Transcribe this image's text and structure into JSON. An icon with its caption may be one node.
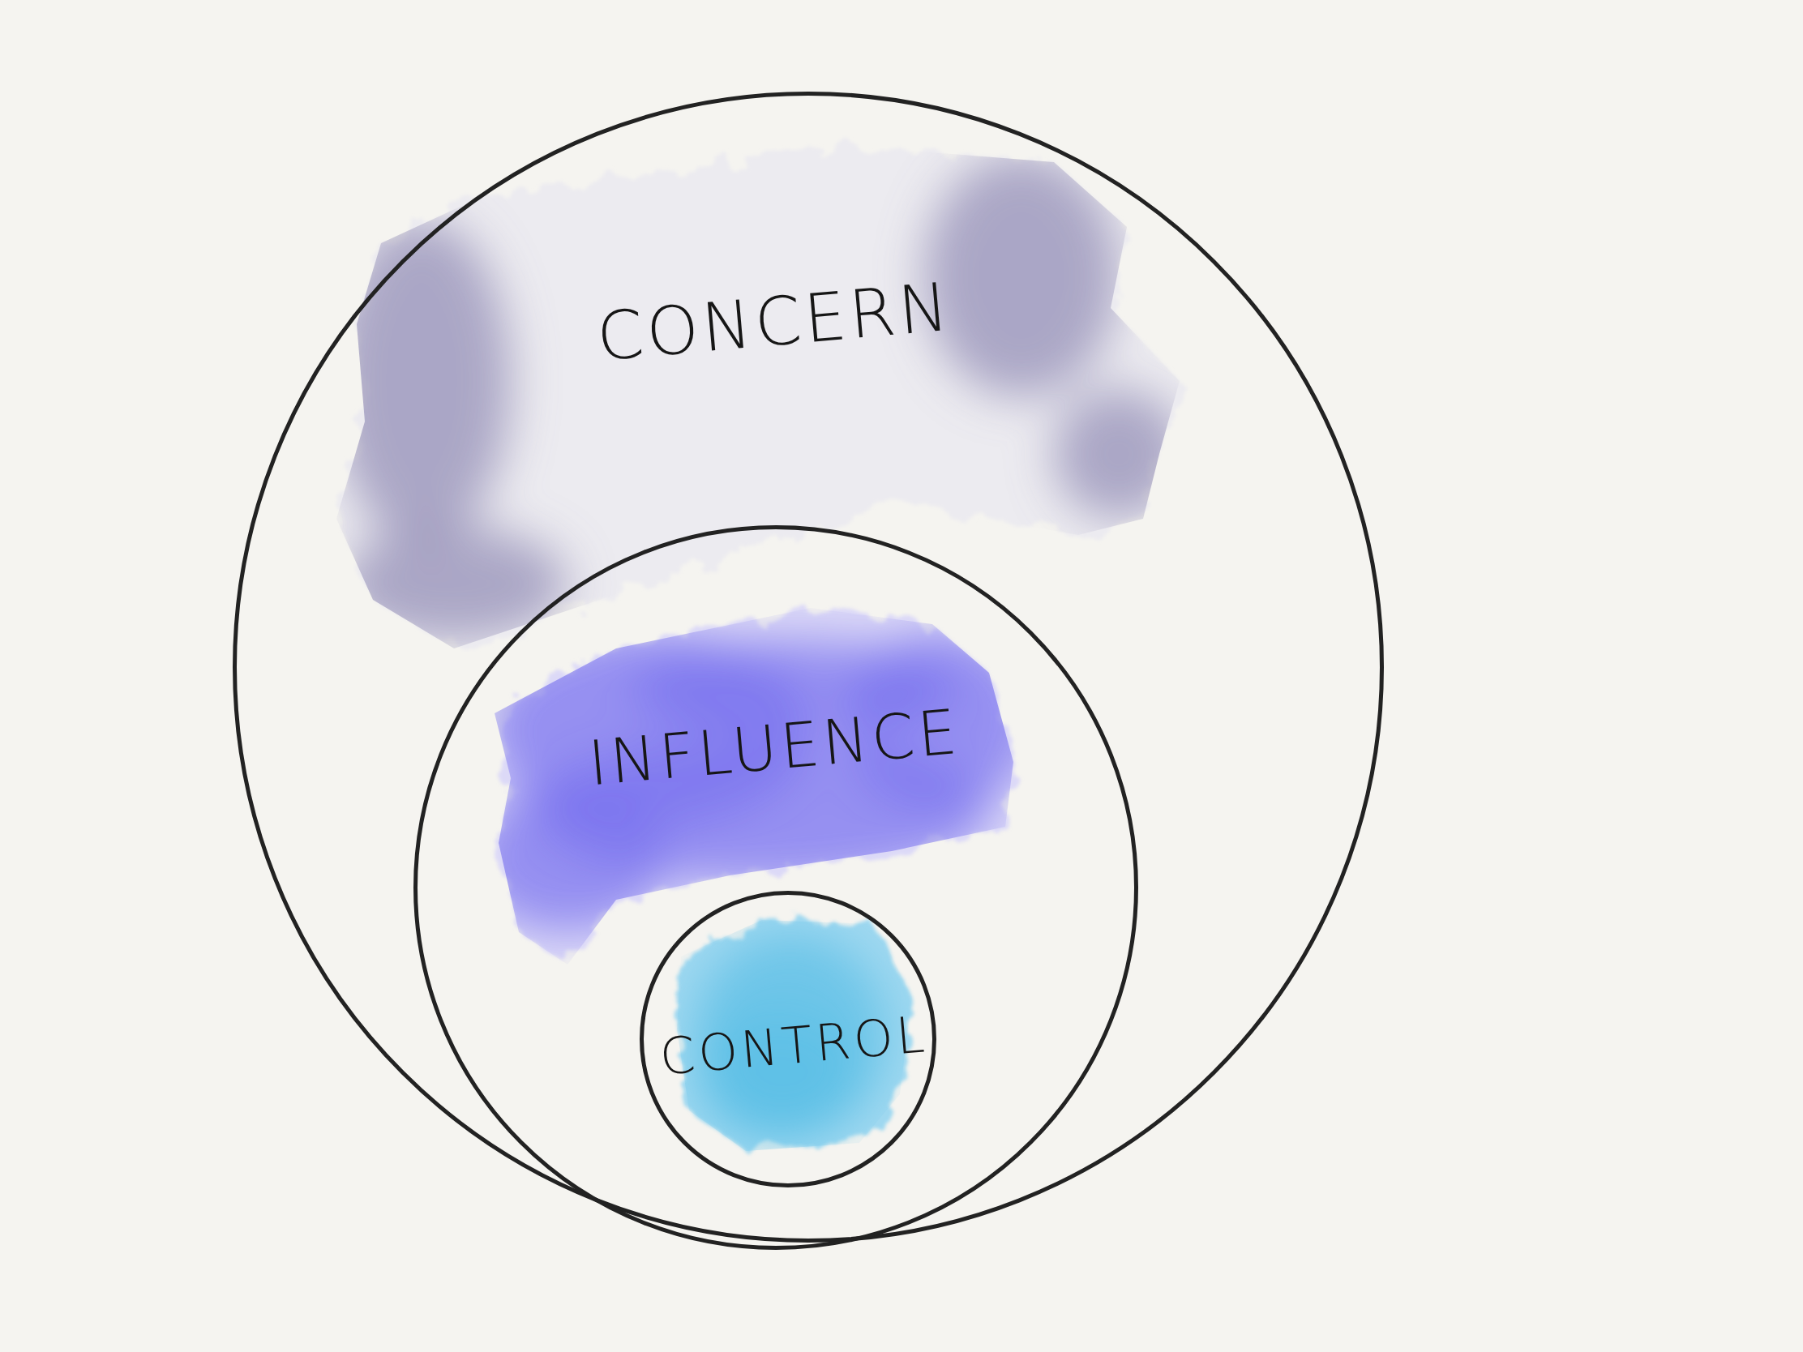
{
  "diagram": {
    "nodes": [
      {
        "text": [
          "CONCERN"
        ]
      },
      {
        "text": [
          "INFLUENCE"
        ],
        "in": 0
      },
      {
        "text": [
          "CONTROL"
        ],
        "in": 1
      }
    ]
  }
}
